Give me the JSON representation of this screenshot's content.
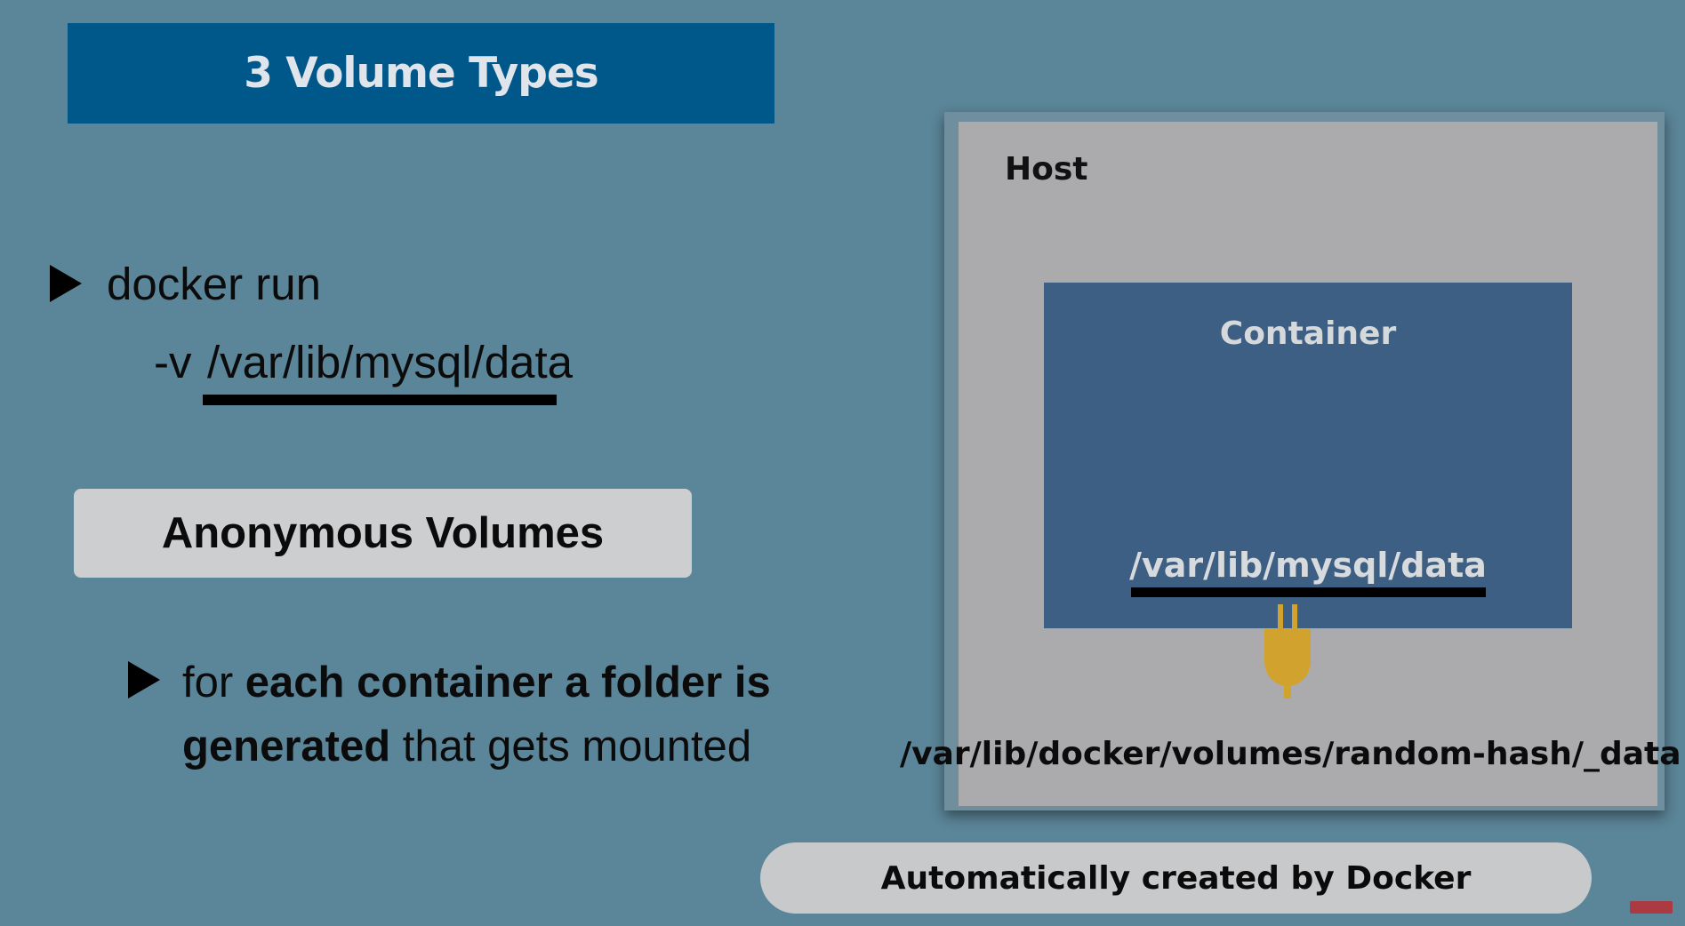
{
  "slide": {
    "title": "3 Volume Types"
  },
  "left": {
    "command_line1": "docker run",
    "command_flag": "-v",
    "command_path": "/var/lib/mysql/data",
    "volume_type_label": "Anonymous Volumes",
    "description": {
      "prefix": "for ",
      "bold1": "each container a folder is generated",
      "suffix": " that gets mounted"
    }
  },
  "diagram": {
    "host_label": "Host",
    "container_label": "Container",
    "container_path": "/var/lib/mysql/data",
    "host_path": "/var/lib/docker/volumes/random-hash/_data",
    "footer_note": "Automatically created by Docker",
    "plug_icon": "plug-icon",
    "colors": {
      "background": "#5b8598",
      "title_banner": "#00578a",
      "host_box": "#ababad",
      "container_box": "#3d5f83",
      "plug": "#d1a32e"
    }
  }
}
